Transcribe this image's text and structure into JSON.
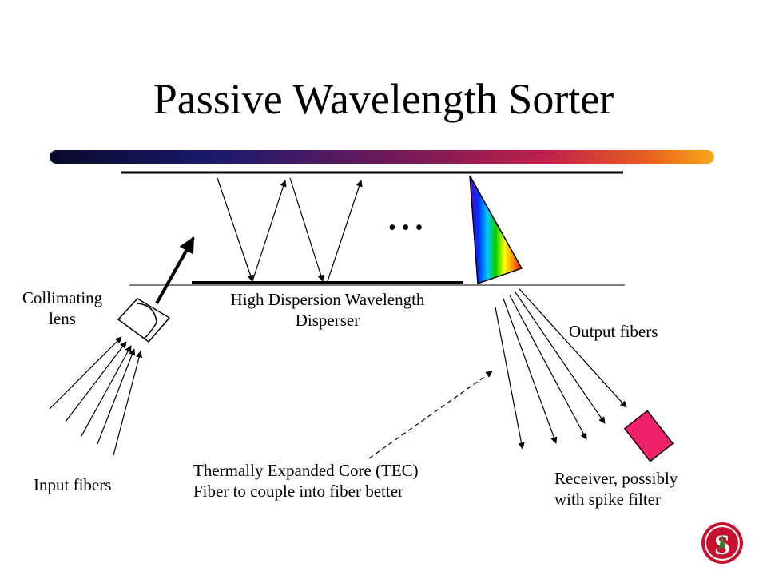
{
  "title": "Passive Wavelength Sorter",
  "labels": {
    "collimating_lens": [
      "Collimating",
      "lens"
    ],
    "disperser": [
      "High Dispersion Wavelength",
      "Disperser"
    ],
    "output_fibers": "Output fibers",
    "input_fibers": "Input fibers",
    "tec": [
      "Thermally Expanded Core (TEC)",
      "Fiber to couple into fiber better"
    ],
    "receiver": [
      "Receiver, possibly",
      "with spike filter"
    ],
    "ellipsis": "• • •"
  },
  "colors": {
    "title_bar_gradient": [
      "#0a0a2a",
      "#1a1a6e",
      "#6a1a5a",
      "#c0204a",
      "#e86020",
      "#f8a818"
    ],
    "receiver": "#f0206a",
    "ink": "#000000"
  },
  "icons": {
    "logo": "stanford-seal-icon",
    "prism": "rainbow-prism-icon",
    "lens": "collimating-lens-icon",
    "receiver": "receiver-block-icon"
  }
}
